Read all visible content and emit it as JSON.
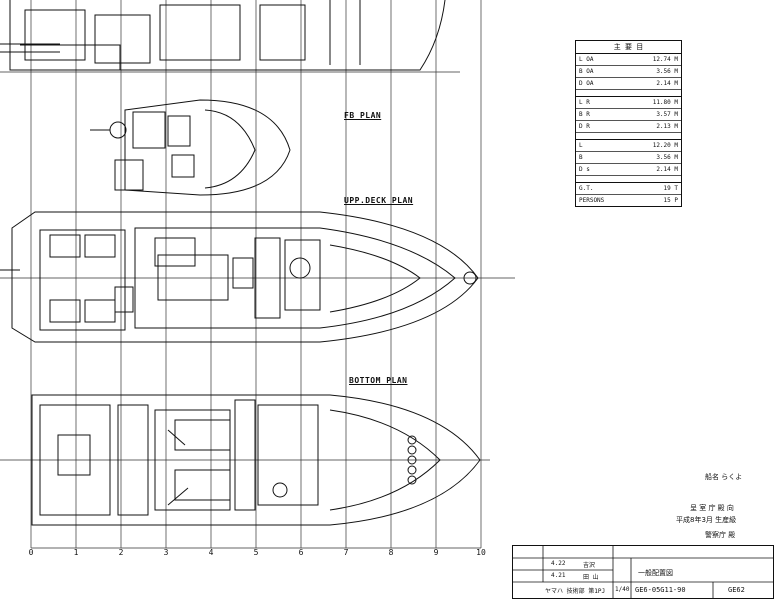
{
  "plans": {
    "fb": "FB PLAN",
    "upp": "UPP.DECK PLAN",
    "bottom": "BOTTOM PLAN"
  },
  "spec_table": {
    "header": "主 要 目",
    "rows": [
      {
        "key": "L  OA",
        "value": "12.74 M"
      },
      {
        "key": "B  OA",
        "value": "3.56 M"
      },
      {
        "key": "D  OA",
        "value": "2.14 M"
      },
      {
        "key": "L  R",
        "value": "11.80 M"
      },
      {
        "key": "B  R",
        "value": "3.57 M"
      },
      {
        "key": "D  R",
        "value": "2.13 M"
      },
      {
        "key": "L",
        "value": "12.20 M"
      },
      {
        "key": "B",
        "value": "3.56 M"
      },
      {
        "key": "D s",
        "value": "2.14 M"
      },
      {
        "key": "G.T.",
        "value": "19 T"
      },
      {
        "key": "PERSONS",
        "value": "15 P"
      }
    ]
  },
  "vessel_info": {
    "name": "船名 らくよ",
    "owner": "呈 室 庁 殿 向",
    "date": "平成8年3月 生産級",
    "office": "警察庁 殿"
  },
  "title_block": {
    "row1_date": "4.22",
    "row1_sign": "吉沢",
    "row2_date": "4.21",
    "row2_sign": "田 山",
    "row3": "ヤマハ 技術部 第1PJ",
    "drawing_title": "一般配置図",
    "scale": "1/40",
    "drawing_no": "GE6-05G11-90",
    "code": "GE62"
  },
  "scale_ticks": [
    "0",
    "1",
    "2",
    "3",
    "4",
    "5",
    "6",
    "7",
    "8",
    "9",
    "10"
  ]
}
